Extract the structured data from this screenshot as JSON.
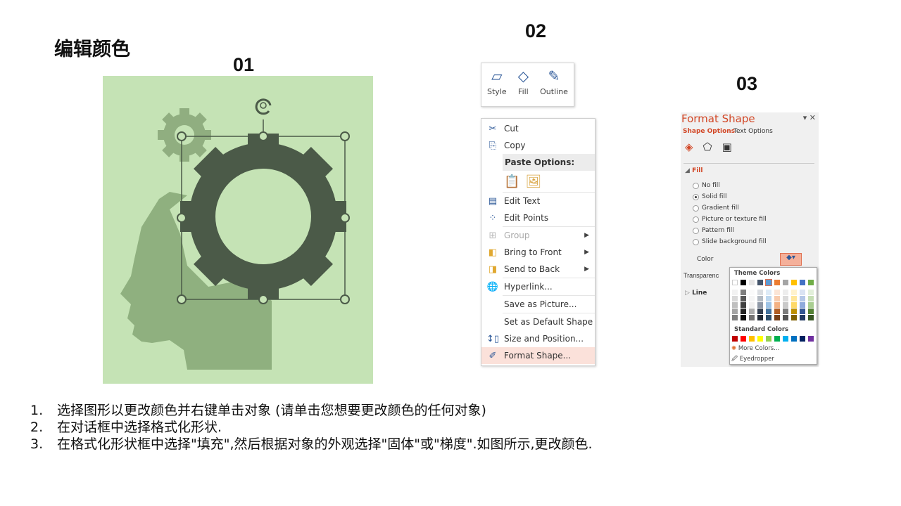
{
  "title": "编辑颜色",
  "labels": {
    "one": "01",
    "two": "02",
    "three": "03"
  },
  "mini_toolbar": [
    {
      "label": "Style",
      "icon": "style-icon"
    },
    {
      "label": "Fill",
      "icon": "fill-bucket-icon"
    },
    {
      "label": "Outline",
      "icon": "outline-pen-icon"
    }
  ],
  "context_menu": {
    "cut": "Cut",
    "copy": "Copy",
    "paste_options": "Paste Options:",
    "edit_text": "Edit Text",
    "edit_points": "Edit Points",
    "group": "Group",
    "bring_to_front": "Bring to Front",
    "send_to_back": "Send to Back",
    "hyperlink": "Hyperlink...",
    "save_as_picture": "Save as Picture...",
    "set_default": "Set as Default Shape",
    "size_position": "Size and Position...",
    "format_shape": "Format Shape..."
  },
  "format_pane": {
    "title": "Format Shape",
    "tab_shape": "Shape Options",
    "tab_text": "Text Options",
    "fill_section": "Fill",
    "options": [
      "No fill",
      "Solid fill",
      "Gradient fill",
      "Picture or texture fill",
      "Pattern fill",
      "Slide background fill"
    ],
    "selected": "Solid fill",
    "color_label": "Color",
    "transparency_label": "Transparenc",
    "line_section": "Line"
  },
  "palette": {
    "theme_label": "Theme Colors",
    "standard_label": "Standard Colors",
    "more": "More Colors...",
    "eyedropper": "Eyedropper",
    "theme": [
      "#ffffff",
      "#000000",
      "#e7e6e6",
      "#44546a",
      "#5b9bd5",
      "#ed7d31",
      "#a5a5a5",
      "#ffc000",
      "#4472c4",
      "#70ad47"
    ],
    "standard": [
      "#c00000",
      "#ff0000",
      "#ffc000",
      "#ffff00",
      "#92d050",
      "#00b050",
      "#00b0f0",
      "#0070c0",
      "#002060",
      "#7030a0"
    ]
  },
  "steps": [
    {
      "n": "1.",
      "text": "选择图形以更改颜色并右键单击对象 (请单击您想要更改颜色的任何对象)"
    },
    {
      "n": "2.",
      "text": "在对话框中选择格式化形状."
    },
    {
      "n": "3.",
      "text": "在格式化形状框中选择\"填充\",然后根据对象的外观选择\"固体\"或\"梯度\".如图所示,更改颜色."
    }
  ]
}
